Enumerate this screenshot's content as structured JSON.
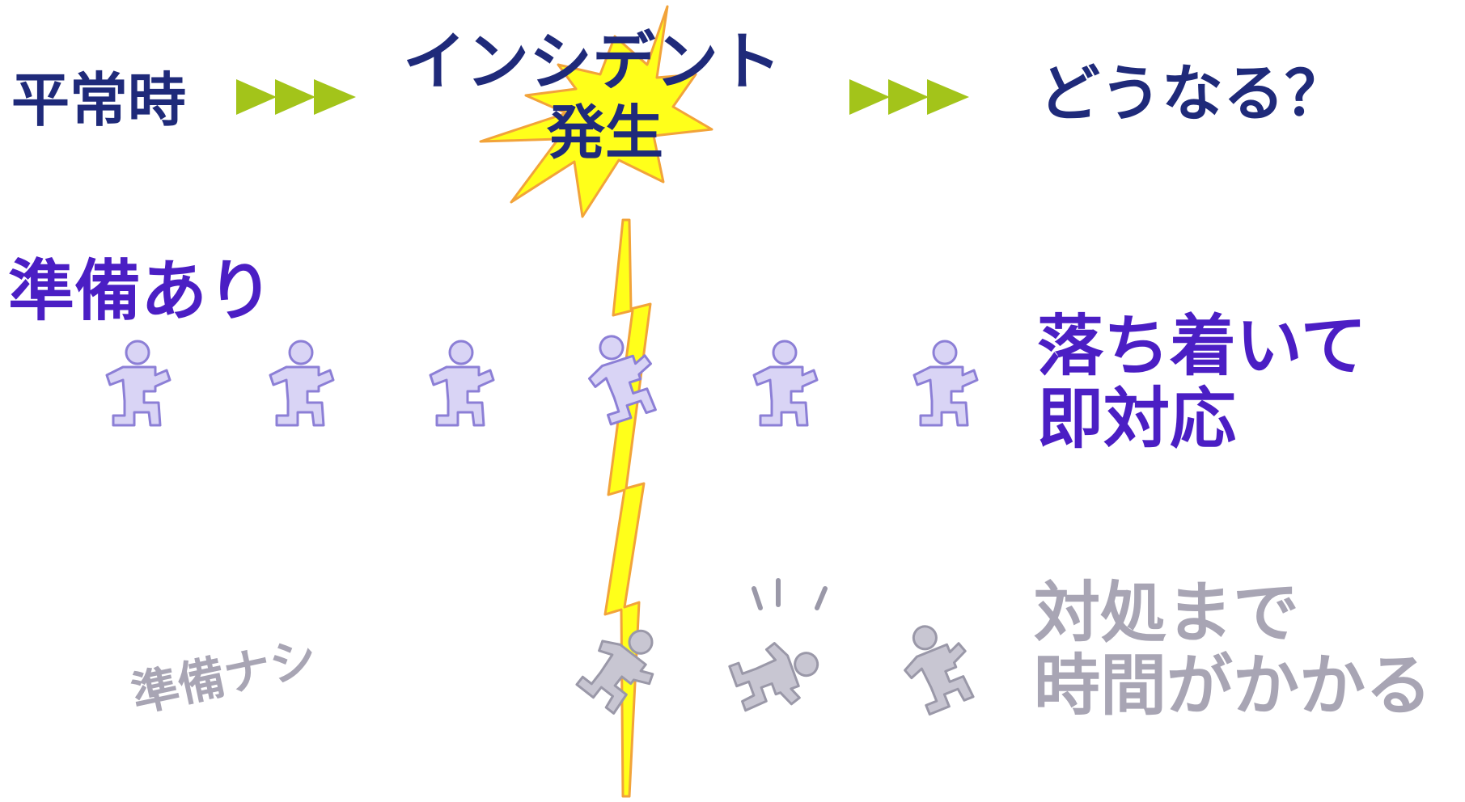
{
  "timeline": {
    "before_label": "平常時",
    "incident_line1": "インシデント",
    "incident_line2": "発生",
    "after_label": "どうなる？"
  },
  "prepared": {
    "label": "準備あり",
    "outcome_line1": "落ち着いて",
    "outcome_line2": "即対応"
  },
  "unprepared": {
    "label": "準備ナシ",
    "outcome_line1": "対処まで",
    "outcome_line2": "時間がかかる"
  },
  "colors": {
    "navy": "#1f2a7a",
    "purple": "#4b1ec4",
    "gray": "#a8a5b4",
    "arrow_green": "#a3c41a",
    "burst_yellow": "#ffff1a",
    "burst_outline": "#f2a33a",
    "figure_fill_prepared": "#d9d4f5",
    "figure_stroke_prepared": "#8c7fd6",
    "figure_fill_unprepared": "#c8c6d2",
    "figure_stroke_unprepared": "#9a98a8"
  },
  "icons": [
    "triple-arrow-icon",
    "explosion-burst-icon",
    "lightning-bolt-icon",
    "running-person-icon",
    "panicking-person-icon"
  ]
}
